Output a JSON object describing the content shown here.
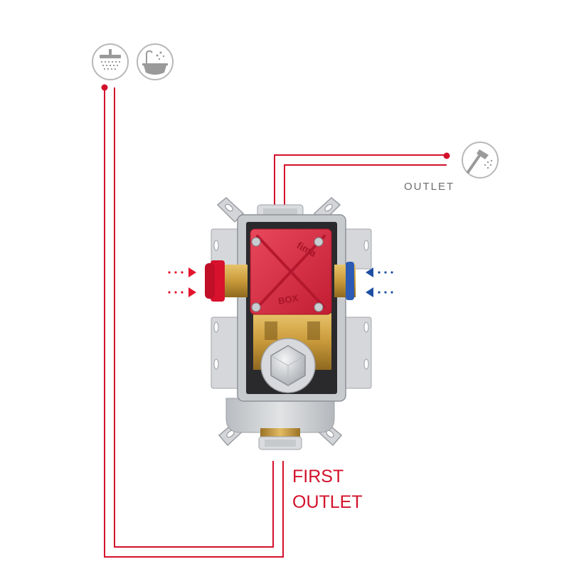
{
  "labels": {
    "outlet": "OUTLET",
    "first_outlet_line1": "FIRST",
    "first_outlet_line2": "OUTLET"
  },
  "logo": {
    "brand": "fima",
    "product": "BOX"
  },
  "icons": {
    "overhead_shower": "shower-head-icon",
    "bathtub": "bathtub-icon",
    "hand_shower": "hand-shower-icon"
  },
  "colors": {
    "pipe_red": "#d3112b",
    "hot_inlet": "#e3152d",
    "cold_inlet": "#1d4fa3",
    "label_gray": "#6e6e6e",
    "icon_gray": "#9a9a9a"
  }
}
